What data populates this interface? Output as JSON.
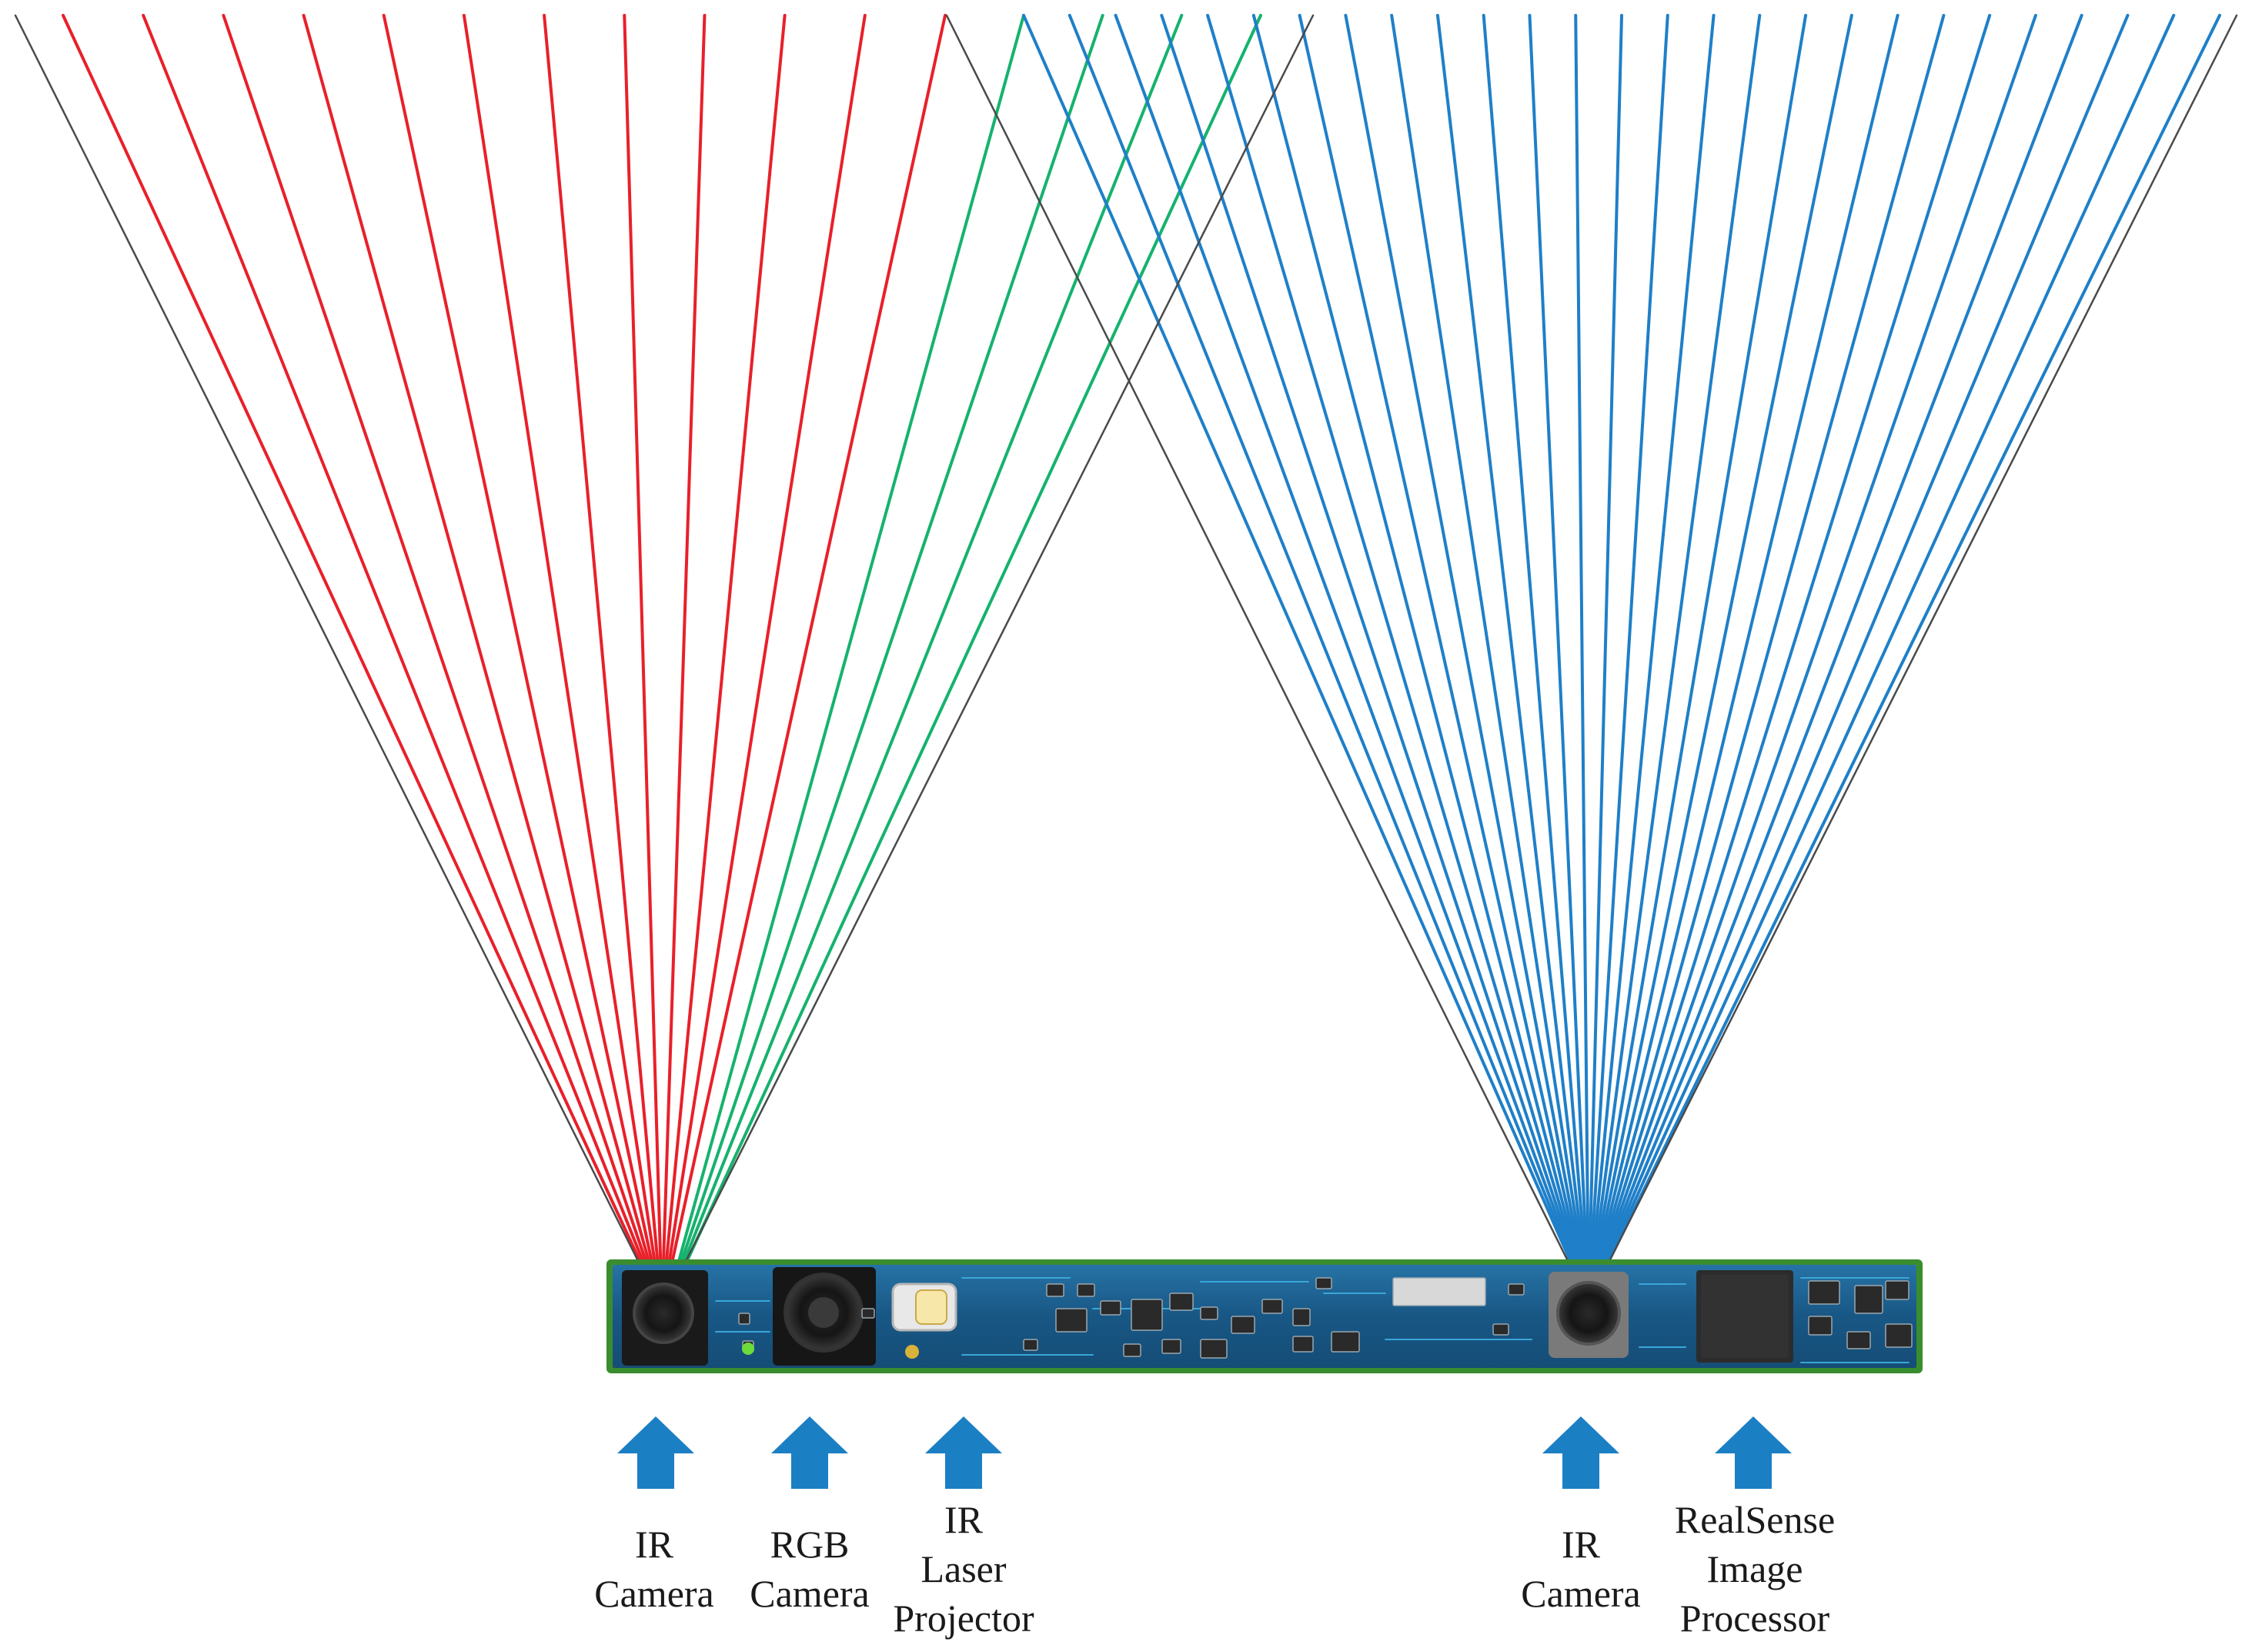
{
  "colors": {
    "left_ir_rays": "#e8202a",
    "rgb_rays": "#16b26e",
    "right_ir_rays": "#1f7fc8",
    "fov_bound": "#4a4a4a",
    "arrow": "#1b7fc4",
    "board": "#1c5f8e",
    "board_trace": "#3aa6d8",
    "board_edge": "#4ea83a"
  },
  "labels": {
    "left_ir": [
      "IR",
      "Camera"
    ],
    "rgb": [
      "RGB",
      "Camera"
    ],
    "projector": [
      "IR",
      "Laser",
      "Projector"
    ],
    "right_ir": [
      "IR",
      "Camera"
    ],
    "processor": [
      "RealSense",
      "Image",
      "Processor"
    ]
  },
  "icons": [
    "up-arrow-icon"
  ]
}
